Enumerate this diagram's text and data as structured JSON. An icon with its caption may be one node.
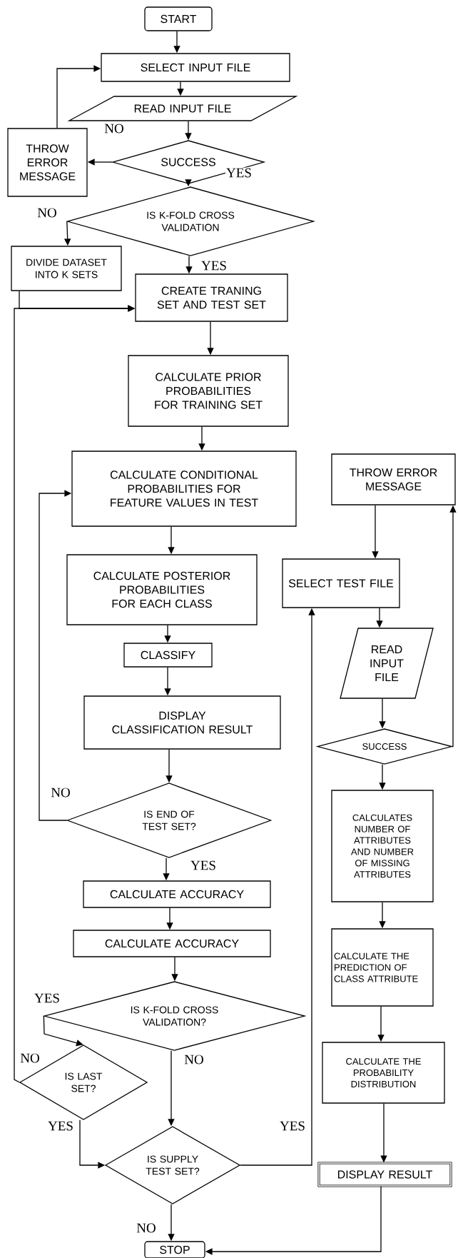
{
  "diagram": {
    "nodes": [
      {
        "text": [
          "START"
        ]
      },
      {
        "text": [
          "SELECT INPUT FILE"
        ]
      },
      {
        "text": [
          "READ INPUT FILE"
        ]
      },
      {
        "text": [
          "THROW ERROR MESSAGE"
        ]
      },
      {
        "text": [
          "SUCCESS"
        ]
      },
      {
        "text": [
          "IS K-FOLD CROSS VALIDATION"
        ]
      },
      {
        "text": [
          "DIVIDE DATASET INTO K SETS"
        ]
      },
      {
        "text": [
          "CREATE TRANING SET AND TEST SET"
        ]
      },
      {
        "text": [
          "CALCULATE PRIOR PROBABILITIES FOR TRAINING SET"
        ]
      },
      {
        "text": [
          "CALCULATE CONDITIONAL PROBABILITIES FOR FEATURE VALUES IN TEST"
        ]
      },
      {
        "text": [
          "CALCULATE POSTERIOR PROBABILITIES FOR EACH CLASS"
        ]
      },
      {
        "text": [
          "CLASSIFY"
        ]
      },
      {
        "text": [
          "DISPLAY CLASSIFICATION RESULT"
        ]
      },
      {
        "text": [
          "IS END OF TEST SET?"
        ]
      },
      {
        "text": [
          "CALCULATE ACCURACY"
        ]
      },
      {
        "text": [
          "CALCULATE ACCURACY"
        ]
      },
      {
        "text": [
          "IS K-FOLD CROSS VALIDATION?"
        ]
      },
      {
        "text": [
          "IS LAST SET?"
        ]
      },
      {
        "text": [
          "IS SUPPLY TEST SET?"
        ]
      },
      {
        "text": [
          "STOP"
        ]
      },
      {
        "text": [
          "THROW ERROR MESSAGE"
        ]
      },
      {
        "text": [
          "SELECT TEST FILE"
        ]
      },
      {
        "text": [
          "READ INPUT FILE"
        ]
      },
      {
        "text": [
          "SUCCESS"
        ]
      },
      {
        "text": [
          "CALCULATES NUMBER OF ATTRIBUTES AND NUMBER OF MISSING ATTRIBUTES"
        ]
      },
      {
        "text": [
          "CALCULATE THE PREDICTION OF CLASS ATTRIBUTE"
        ]
      },
      {
        "text": [
          "CALCULATE THE PROBABILITY DISTRIBUTION"
        ]
      },
      {
        "text": [
          "DISPLAY RESULT"
        ]
      }
    ],
    "edges": [
      {
        "from": 0,
        "to": 1,
        "arrow": "to"
      },
      {
        "from": 1,
        "to": 2,
        "arrow": "to"
      },
      {
        "from": 2,
        "to": 4,
        "arrow": "to"
      },
      {
        "from": 4,
        "to": 3,
        "arrow": "to",
        "label": "NO"
      },
      {
        "from": 3,
        "to": 1,
        "arrow": "to"
      },
      {
        "from": 4,
        "to": 5,
        "arrow": "to",
        "label": "YES"
      },
      {
        "from": 5,
        "to": 6,
        "arrow": "to",
        "label": "NO"
      },
      {
        "from": 5,
        "to": 7,
        "arrow": "to",
        "label": "YES"
      },
      {
        "from": 6,
        "to": 7,
        "arrow": "to"
      },
      {
        "from": 7,
        "to": 8,
        "arrow": "to"
      },
      {
        "from": 8,
        "to": 9,
        "arrow": "to"
      },
      {
        "from": 9,
        "to": 10,
        "arrow": "to"
      },
      {
        "from": 10,
        "to": 11,
        "arrow": "to"
      },
      {
        "from": 11,
        "to": 12,
        "arrow": "to"
      },
      {
        "from": 12,
        "to": 13,
        "arrow": "to"
      },
      {
        "from": 13,
        "to": 9,
        "arrow": "to",
        "label": "NO"
      },
      {
        "from": 13,
        "to": 14,
        "arrow": "to",
        "label": "YES"
      },
      {
        "from": 14,
        "to": 15,
        "arrow": "to"
      },
      {
        "from": 15,
        "to": 16,
        "arrow": "to"
      },
      {
        "from": 16,
        "to": 17,
        "arrow": "to",
        "label": "YES"
      },
      {
        "from": 16,
        "to": 18,
        "arrow": "to",
        "label": "NO"
      },
      {
        "from": 17,
        "to": 18,
        "arrow": "to",
        "label": "YES"
      },
      {
        "from": 17,
        "to": 7,
        "arrow": "to",
        "label": "NO"
      },
      {
        "from": 18,
        "to": 19,
        "arrow": "to",
        "label": "NO"
      },
      {
        "from": 18,
        "to": 21,
        "arrow": "to",
        "label": "YES"
      },
      {
        "from": 20,
        "to": 21,
        "arrow": "to"
      },
      {
        "from": 21,
        "to": 22,
        "arrow": "to"
      },
      {
        "from": 22,
        "to": 23,
        "arrow": "to"
      },
      {
        "from": 23,
        "to": 20,
        "arrow": "to"
      },
      {
        "from": 23,
        "to": 24,
        "arrow": "to"
      },
      {
        "from": 24,
        "to": 25,
        "arrow": "to"
      },
      {
        "from": 25,
        "to": 26,
        "arrow": "to"
      },
      {
        "from": 26,
        "to": 27,
        "arrow": "to"
      },
      {
        "from": 27,
        "to": 19,
        "arrow": "to"
      }
    ]
  }
}
